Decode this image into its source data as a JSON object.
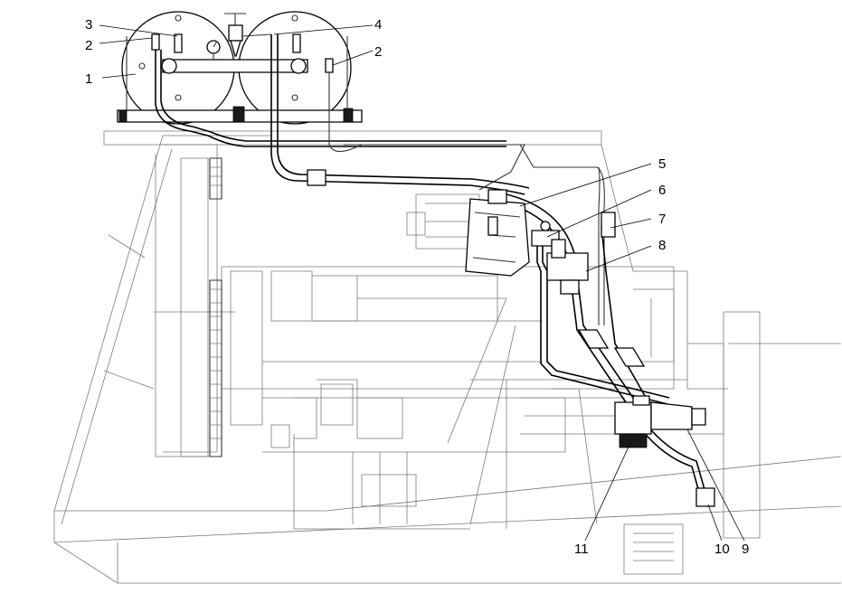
{
  "callouts": [
    {
      "id": "1",
      "text": "1"
    },
    {
      "id": "2a",
      "text": "2"
    },
    {
      "id": "2b",
      "text": "2"
    },
    {
      "id": "3",
      "text": "3"
    },
    {
      "id": "4",
      "text": "4"
    },
    {
      "id": "5",
      "text": "5"
    },
    {
      "id": "6",
      "text": "6"
    },
    {
      "id": "7",
      "text": "7"
    },
    {
      "id": "8",
      "text": "8"
    },
    {
      "id": "9",
      "text": "9"
    },
    {
      "id": "10",
      "text": "10"
    },
    {
      "id": "11",
      "text": "11"
    }
  ]
}
